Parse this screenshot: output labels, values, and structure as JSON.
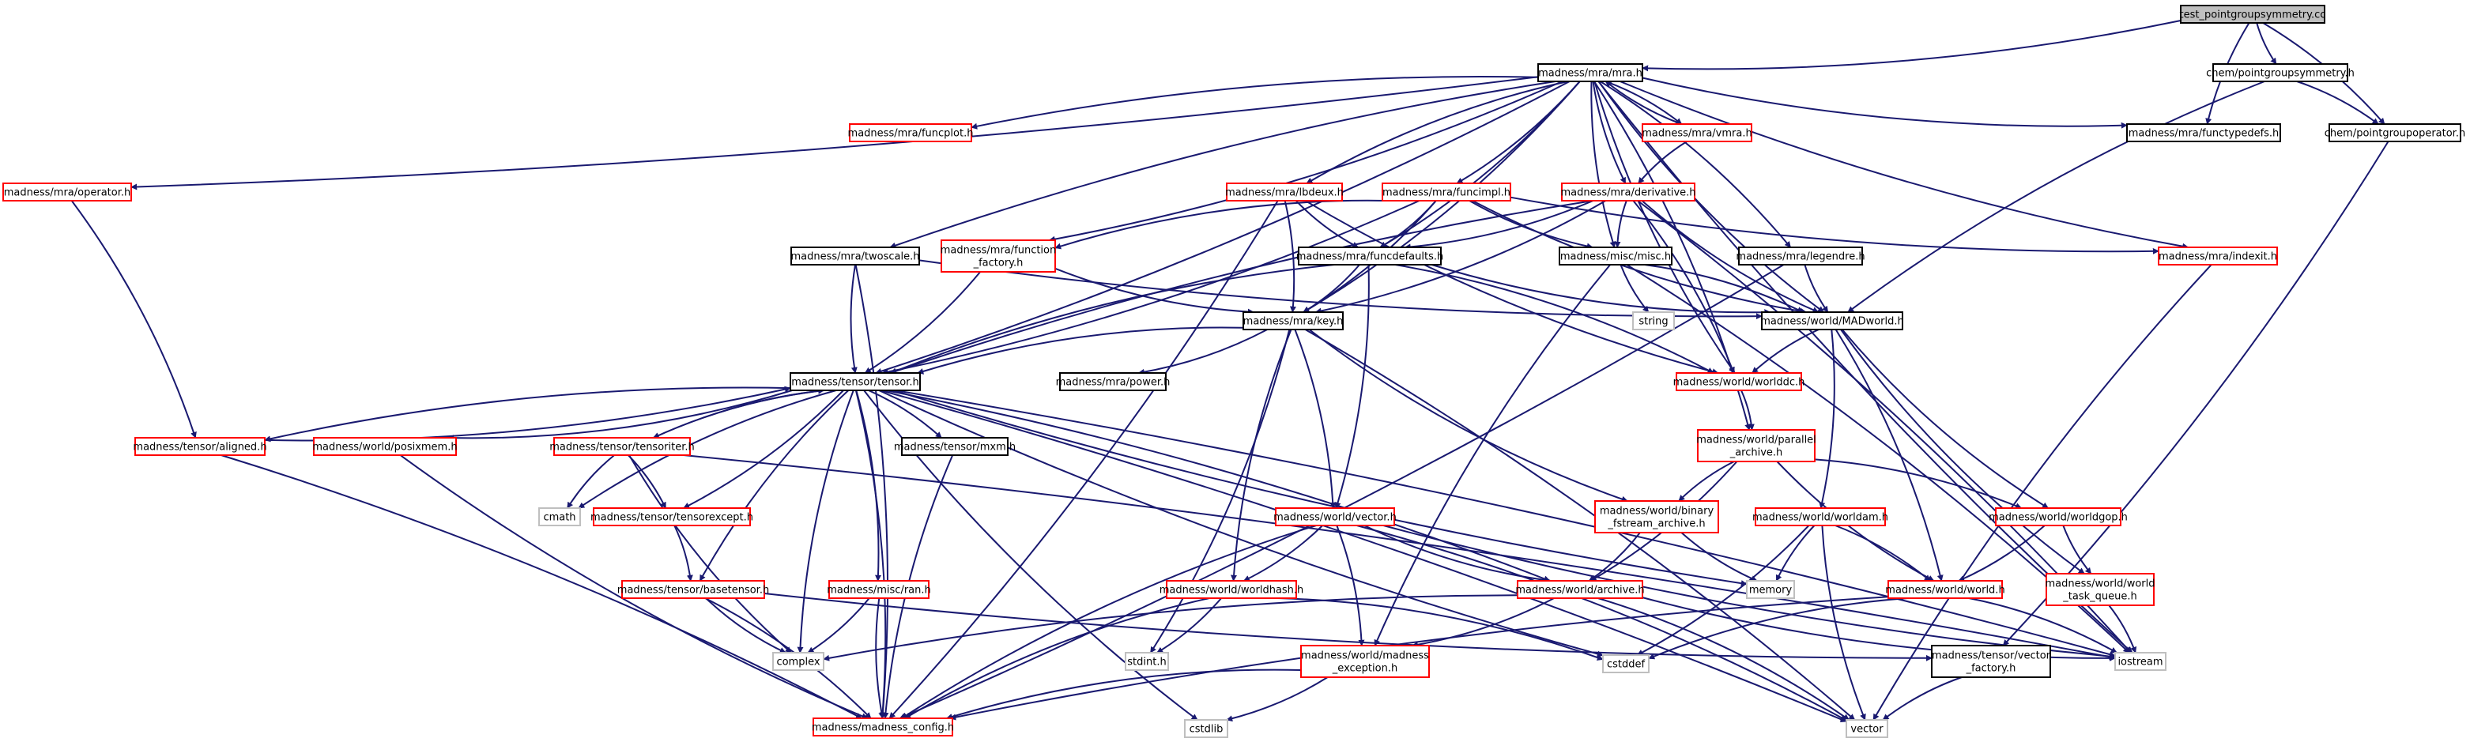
{
  "diagram": {
    "nodes": [
      {
        "id": "test_pointgroupsymmetry",
        "lines": [
          "test_pointgroupsymmetry.cc"
        ],
        "style": "root"
      },
      {
        "id": "mra_h",
        "lines": [
          "madness/mra/mra.h"
        ],
        "style": "black"
      },
      {
        "id": "chem_pgs",
        "lines": [
          "chem/pointgroupsymmetry.h"
        ],
        "style": "black"
      },
      {
        "id": "chem_pgo",
        "lines": [
          "chem/pointgroupoperator.h"
        ],
        "style": "black"
      },
      {
        "id": "functypedefs",
        "lines": [
          "madness/mra/functypedefs.h"
        ],
        "style": "black"
      },
      {
        "id": "funcplot",
        "lines": [
          "madness/mra/funcplot.h"
        ],
        "style": "red"
      },
      {
        "id": "vmra",
        "lines": [
          "madness/mra/vmra.h"
        ],
        "style": "red"
      },
      {
        "id": "operator",
        "lines": [
          "madness/mra/operator.h"
        ],
        "style": "red"
      },
      {
        "id": "lbdeux",
        "lines": [
          "madness/mra/lbdeux.h"
        ],
        "style": "red"
      },
      {
        "id": "funcimpl",
        "lines": [
          "madness/mra/funcimpl.h"
        ],
        "style": "red"
      },
      {
        "id": "derivative",
        "lines": [
          "madness/mra/derivative.h"
        ],
        "style": "red"
      },
      {
        "id": "function_factory",
        "lines": [
          "madness/mra/function",
          "_factory.h"
        ],
        "style": "red"
      },
      {
        "id": "twoscale",
        "lines": [
          "madness/mra/twoscale.h"
        ],
        "style": "black"
      },
      {
        "id": "funcdefaults",
        "lines": [
          "madness/mra/funcdefaults.h"
        ],
        "style": "black"
      },
      {
        "id": "misc",
        "lines": [
          "madness/misc/misc.h"
        ],
        "style": "black"
      },
      {
        "id": "legendre",
        "lines": [
          "madness/mra/legendre.h"
        ],
        "style": "black"
      },
      {
        "id": "indexit",
        "lines": [
          "madness/mra/indexit.h"
        ],
        "style": "red"
      },
      {
        "id": "string",
        "lines": [
          "string"
        ],
        "style": "grey"
      },
      {
        "id": "key",
        "lines": [
          "madness/mra/key.h"
        ],
        "style": "black"
      },
      {
        "id": "madworld",
        "lines": [
          "madness/world/MADworld.h"
        ],
        "style": "black"
      },
      {
        "id": "tensor",
        "lines": [
          "madness/tensor/tensor.h"
        ],
        "style": "black"
      },
      {
        "id": "power",
        "lines": [
          "madness/mra/power.h"
        ],
        "style": "black"
      },
      {
        "id": "worlddc",
        "lines": [
          "madness/world/worlddc.h"
        ],
        "style": "red"
      },
      {
        "id": "parallel_archive",
        "lines": [
          "madness/world/parallel",
          "_archive.h"
        ],
        "style": "red"
      },
      {
        "id": "aligned",
        "lines": [
          "madness/tensor/aligned.h"
        ],
        "style": "red"
      },
      {
        "id": "posixmem",
        "lines": [
          "madness/world/posixmem.h"
        ],
        "style": "red"
      },
      {
        "id": "tensoriter",
        "lines": [
          "madness/tensor/tensoriter.h"
        ],
        "style": "red"
      },
      {
        "id": "mxm",
        "lines": [
          "madness/tensor/mxm.h"
        ],
        "style": "black"
      },
      {
        "id": "cmath",
        "lines": [
          "cmath"
        ],
        "style": "grey"
      },
      {
        "id": "tensorexcept",
        "lines": [
          "madness/tensor/tensorexcept.h"
        ],
        "style": "red"
      },
      {
        "id": "vector_h",
        "lines": [
          "madness/world/vector.h"
        ],
        "style": "red"
      },
      {
        "id": "binary_fstream",
        "lines": [
          "madness/world/binary",
          "_fstream_archive.h"
        ],
        "style": "red"
      },
      {
        "id": "worldam",
        "lines": [
          "madness/world/worldam.h"
        ],
        "style": "red"
      },
      {
        "id": "worldgop",
        "lines": [
          "madness/world/worldgop.h"
        ],
        "style": "red"
      },
      {
        "id": "basetensor",
        "lines": [
          "madness/tensor/basetensor.h"
        ],
        "style": "red"
      },
      {
        "id": "ran",
        "lines": [
          "madness/misc/ran.h"
        ],
        "style": "red"
      },
      {
        "id": "worldhash",
        "lines": [
          "madness/world/worldhash.h"
        ],
        "style": "red"
      },
      {
        "id": "archive",
        "lines": [
          "madness/world/archive.h"
        ],
        "style": "red"
      },
      {
        "id": "memory",
        "lines": [
          "memory"
        ],
        "style": "grey"
      },
      {
        "id": "world_h",
        "lines": [
          "madness/world/world.h"
        ],
        "style": "red"
      },
      {
        "id": "world_task_queue",
        "lines": [
          "madness/world/world",
          "_task_queue.h"
        ],
        "style": "red"
      },
      {
        "id": "complex",
        "lines": [
          "complex"
        ],
        "style": "grey"
      },
      {
        "id": "stdint",
        "lines": [
          "stdint.h"
        ],
        "style": "grey"
      },
      {
        "id": "madness_exception",
        "lines": [
          "madness/world/madness",
          "_exception.h"
        ],
        "style": "red"
      },
      {
        "id": "cstddef",
        "lines": [
          "cstddef"
        ],
        "style": "grey"
      },
      {
        "id": "vector_factory",
        "lines": [
          "madness/tensor/vector",
          "_factory.h"
        ],
        "style": "black"
      },
      {
        "id": "iostream",
        "lines": [
          "iostream"
        ],
        "style": "grey"
      },
      {
        "id": "madness_config",
        "lines": [
          "madness/madness_config.h"
        ],
        "style": "red"
      },
      {
        "id": "cstdlib",
        "lines": [
          "cstdlib"
        ],
        "style": "grey"
      },
      {
        "id": "vector_std",
        "lines": [
          "vector"
        ],
        "style": "grey"
      }
    ],
    "edges": [
      [
        "test_pointgroupsymmetry",
        "mra_h"
      ],
      [
        "test_pointgroupsymmetry",
        "chem_pgs"
      ],
      [
        "test_pointgroupsymmetry",
        "chem_pgo"
      ],
      [
        "test_pointgroupsymmetry",
        "functypedefs"
      ],
      [
        "chem_pgs",
        "chem_pgo"
      ],
      [
        "chem_pgs",
        "madworld"
      ],
      [
        "chem_pgo",
        "vector_factory"
      ],
      [
        "mra_h",
        "funcplot"
      ],
      [
        "mra_h",
        "vmra"
      ],
      [
        "mra_h",
        "functypedefs"
      ],
      [
        "mra_h",
        "operator"
      ],
      [
        "mra_h",
        "lbdeux"
      ],
      [
        "mra_h",
        "funcimpl"
      ],
      [
        "mra_h",
        "derivative"
      ],
      [
        "mra_h",
        "function_factory"
      ],
      [
        "mra_h",
        "twoscale"
      ],
      [
        "mra_h",
        "funcdefaults"
      ],
      [
        "mra_h",
        "misc"
      ],
      [
        "mra_h",
        "legendre"
      ],
      [
        "mra_h",
        "indexit"
      ],
      [
        "mra_h",
        "key"
      ],
      [
        "mra_h",
        "madworld"
      ],
      [
        "mra_h",
        "tensor"
      ],
      [
        "mra_h",
        "worlddc"
      ],
      [
        "mra_h",
        "parallel_archive"
      ],
      [
        "mra_h",
        "iostream"
      ],
      [
        "vmra",
        "mra_h"
      ],
      [
        "vmra",
        "derivative"
      ],
      [
        "operator",
        "aligned"
      ],
      [
        "lbdeux",
        "funcdefaults"
      ],
      [
        "lbdeux",
        "key"
      ],
      [
        "lbdeux",
        "worlddc"
      ],
      [
        "lbdeux",
        "madness_config"
      ],
      [
        "funcimpl",
        "function_factory"
      ],
      [
        "funcimpl",
        "funcdefaults"
      ],
      [
        "funcimpl",
        "misc"
      ],
      [
        "funcimpl",
        "key"
      ],
      [
        "funcimpl",
        "madworld"
      ],
      [
        "funcimpl",
        "tensor"
      ],
      [
        "funcimpl",
        "indexit"
      ],
      [
        "derivative",
        "funcdefaults"
      ],
      [
        "derivative",
        "misc"
      ],
      [
        "derivative",
        "key"
      ],
      [
        "derivative",
        "madworld"
      ],
      [
        "derivative",
        "worlddc"
      ],
      [
        "derivative",
        "tensor"
      ],
      [
        "derivative",
        "iostream"
      ],
      [
        "function_factory",
        "key"
      ],
      [
        "function_factory",
        "tensor"
      ],
      [
        "twoscale",
        "tensor"
      ],
      [
        "twoscale",
        "madness_config"
      ],
      [
        "twoscale",
        "madworld"
      ],
      [
        "funcdefaults",
        "key"
      ],
      [
        "funcdefaults",
        "madworld"
      ],
      [
        "funcdefaults",
        "vector_h"
      ],
      [
        "funcdefaults",
        "tensor"
      ],
      [
        "funcdefaults",
        "worlddc"
      ],
      [
        "misc",
        "string"
      ],
      [
        "misc",
        "madworld"
      ],
      [
        "misc",
        "madness_exception"
      ],
      [
        "misc",
        "iostream"
      ],
      [
        "legendre",
        "madworld"
      ],
      [
        "legendre",
        "madness_config"
      ],
      [
        "indexit",
        "vector_std"
      ],
      [
        "key",
        "power"
      ],
      [
        "key",
        "tensor"
      ],
      [
        "key",
        "vector_h"
      ],
      [
        "key",
        "worldhash"
      ],
      [
        "key",
        "stdint"
      ],
      [
        "key",
        "binary_fstream"
      ],
      [
        "key",
        "vector_std"
      ],
      [
        "madworld",
        "worlddc"
      ],
      [
        "madworld",
        "worldam"
      ],
      [
        "madworld",
        "worldgop"
      ],
      [
        "madworld",
        "world_h"
      ],
      [
        "madworld",
        "world_task_queue"
      ],
      [
        "worlddc",
        "parallel_archive"
      ],
      [
        "parallel_archive",
        "binary_fstream"
      ],
      [
        "parallel_archive",
        "archive"
      ],
      [
        "parallel_archive",
        "world_h"
      ],
      [
        "parallel_archive",
        "worldgop"
      ],
      [
        "tensor",
        "aligned"
      ],
      [
        "tensor",
        "posixmem"
      ],
      [
        "tensor",
        "tensoriter"
      ],
      [
        "tensor",
        "mxm"
      ],
      [
        "tensor",
        "cmath"
      ],
      [
        "tensor",
        "tensorexcept"
      ],
      [
        "tensor",
        "basetensor"
      ],
      [
        "tensor",
        "ran"
      ],
      [
        "tensor",
        "complex"
      ],
      [
        "tensor",
        "madness_config"
      ],
      [
        "tensor",
        "cstdlib"
      ],
      [
        "tensor",
        "vector_std"
      ],
      [
        "tensor",
        "memory"
      ],
      [
        "tensor",
        "iostream"
      ],
      [
        "tensor",
        "cstddef"
      ],
      [
        "tensor",
        "archive"
      ],
      [
        "aligned",
        "tensor"
      ],
      [
        "aligned",
        "madness_config"
      ],
      [
        "posixmem",
        "madness_config"
      ],
      [
        "tensoriter",
        "tensor"
      ],
      [
        "tensoriter",
        "cmath"
      ],
      [
        "tensoriter",
        "tensorexcept"
      ],
      [
        "tensoriter",
        "complex"
      ],
      [
        "tensoriter",
        "iostream"
      ],
      [
        "mxm",
        "madness_config"
      ],
      [
        "tensorexcept",
        "basetensor"
      ],
      [
        "basetensor",
        "complex"
      ],
      [
        "basetensor",
        "madness_config"
      ],
      [
        "basetensor",
        "vector_factory"
      ],
      [
        "ran",
        "complex"
      ],
      [
        "ran",
        "madness_config"
      ],
      [
        "vector_h",
        "worldhash"
      ],
      [
        "vector_h",
        "archive"
      ],
      [
        "vector_h",
        "madness_exception"
      ],
      [
        "vector_h",
        "madness_config"
      ],
      [
        "vector_h",
        "vector_std"
      ],
      [
        "vector_h",
        "iostream"
      ],
      [
        "binary_fstream",
        "archive"
      ],
      [
        "binary_fstream",
        "memory"
      ],
      [
        "worldam",
        "world_h"
      ],
      [
        "worldam",
        "memory"
      ],
      [
        "worldam",
        "cstddef"
      ],
      [
        "worldam",
        "vector_std"
      ],
      [
        "worldgop",
        "world_h"
      ],
      [
        "worldgop",
        "world_task_queue"
      ],
      [
        "worldhash",
        "stdint"
      ],
      [
        "worldhash",
        "madness_config"
      ],
      [
        "worldhash",
        "cstddef"
      ],
      [
        "archive",
        "complex"
      ],
      [
        "archive",
        "madness_exception"
      ],
      [
        "archive",
        "iostream"
      ],
      [
        "archive",
        "vector_std"
      ],
      [
        "world_h",
        "cstddef"
      ],
      [
        "world_h",
        "iostream"
      ],
      [
        "world_h",
        "madness_config"
      ],
      [
        "world_task_queue",
        "iostream"
      ],
      [
        "madness_exception",
        "madness_config"
      ],
      [
        "madness_exception",
        "cstdlib"
      ],
      [
        "vector_factory",
        "vector_std"
      ]
    ]
  }
}
